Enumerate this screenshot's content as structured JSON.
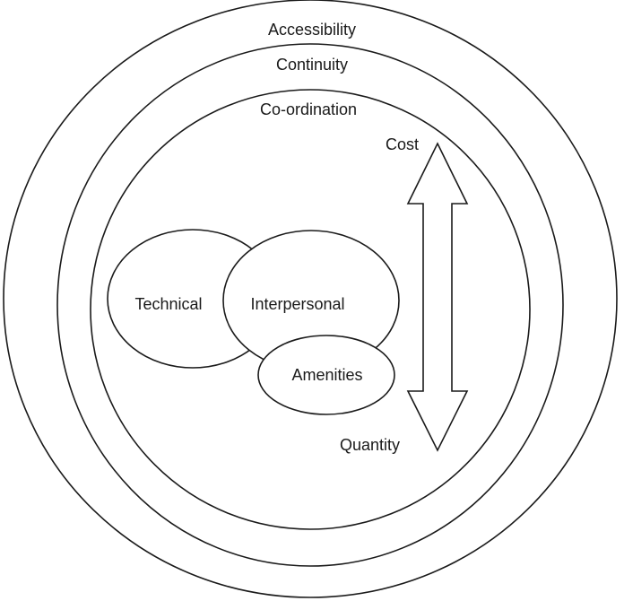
{
  "rings": {
    "outer": "Accessibility",
    "middle": "Continuity",
    "inner": "Co-ordination"
  },
  "ovals": {
    "technical": "Technical",
    "interpersonal": "Interpersonal",
    "amenities": "Amenities"
  },
  "arrow": {
    "top_label": "Cost",
    "bottom_label": "Quantity"
  }
}
